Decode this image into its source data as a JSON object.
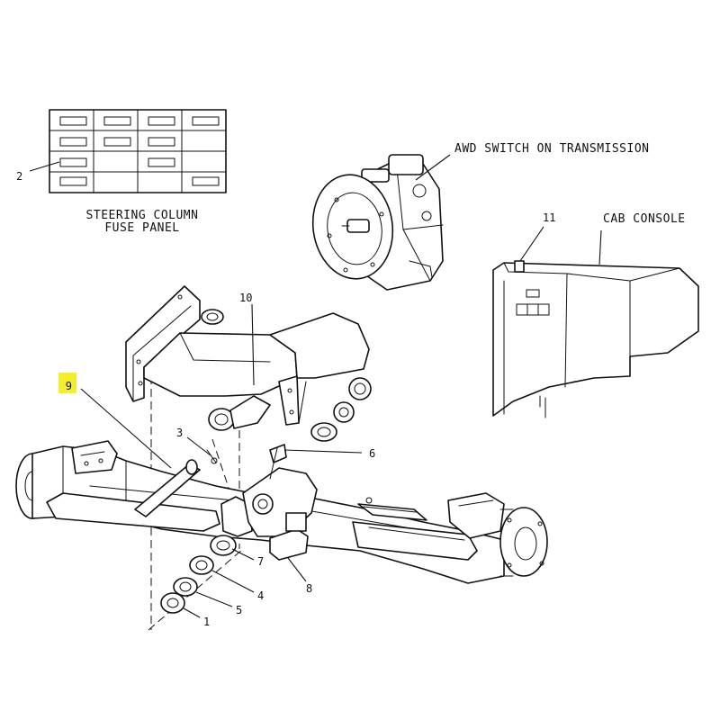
{
  "captions": {
    "fuse_panel_line1": "STEERING COLUMN",
    "fuse_panel_line2": "FUSE PANEL",
    "awd_switch": "AWD SWITCH ON TRANSMISSION",
    "cab_console": "CAB CONSOLE"
  },
  "callouts": {
    "c1": "1",
    "c2": "2",
    "c3": "3",
    "c4": "4",
    "c5": "5",
    "c6": "6",
    "c7": "7",
    "c8": "8",
    "c9": "9",
    "c10": "10",
    "c11": "11"
  },
  "colors": {
    "highlight": "#f5ee2c",
    "line": "#111111",
    "background": "#ffffff"
  }
}
